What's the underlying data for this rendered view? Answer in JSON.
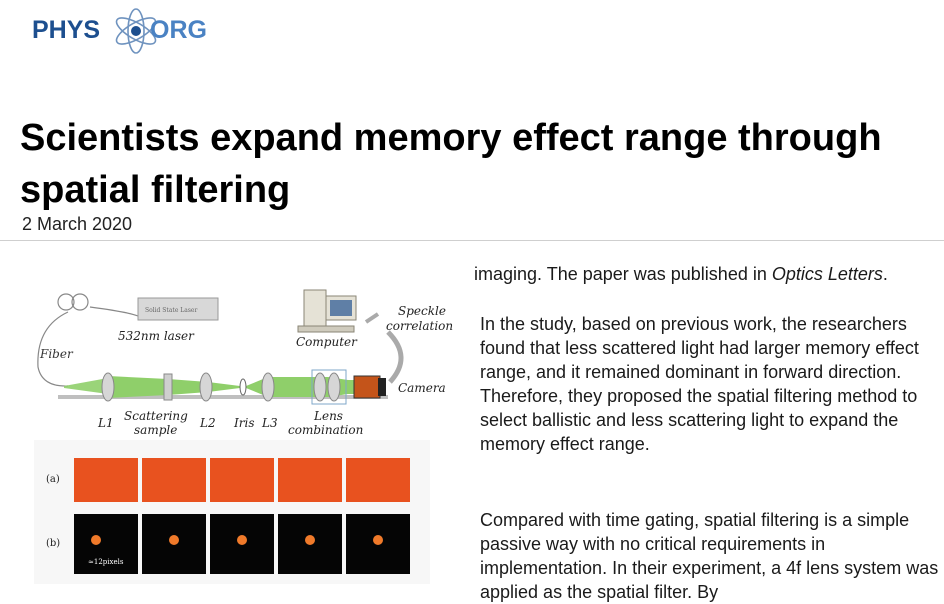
{
  "logo": {
    "left_text": "PHYS",
    "right_text": "ORG",
    "icon": "atom-icon"
  },
  "headline": "Scientists expand memory effect range through spatial filtering",
  "date": "2 March 2020",
  "figure": {
    "labels": {
      "laser": "532nm laser",
      "laser_box": "Solid State Laser",
      "fiber": "Fiber",
      "computer": "Computer",
      "speckle_1": "Speckle",
      "speckle_2": "correlation",
      "camera": "Camera",
      "l1": "L1",
      "scattering_1": "Scattering",
      "scattering_2": "sample",
      "l2": "L2",
      "iris": "Iris",
      "l3": "L3",
      "lens_1": "Lens",
      "lens_2": "combination",
      "row_a": "(a)",
      "row_b": "(b)",
      "pixels": "≈12pixels"
    },
    "colors": {
      "beam": "#8fcf6a",
      "speckle": "#e8521f",
      "camera": "#c4541a"
    }
  },
  "article": {
    "p1_before": "imaging. The paper was published in ",
    "p1_journal": "Optics Letters",
    "p1_after": ".",
    "p2": "In the study, based on previous work, the researchers found that less scattered light had larger memory effect range, and it remained dominant in forward direction. Therefore, they proposed the spatial filtering method to select ballistic and less scattering light to expand the memory effect range.",
    "p3": "Compared with time gating, spatial filtering is a simple passive way with no critical requirements in implementation. In their experiment, a 4f lens system was applied as the spatial filter. By"
  }
}
